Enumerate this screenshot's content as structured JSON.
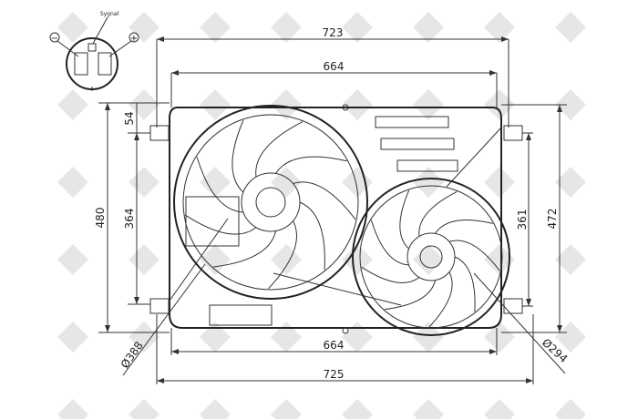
{
  "drawing": {
    "title": "Radiator fan assembly technical drawing",
    "connector": {
      "signal_label": "Sygnał",
      "minus_label": "−",
      "plus_label": "+"
    },
    "dimensions": {
      "top_overall": "723",
      "top_inner": "664",
      "left_offset": "54",
      "left_overall": "480",
      "left_inner": "364",
      "right_inner": "361",
      "right_overall": "472",
      "bottom_inner": "664",
      "bottom_overall": "725",
      "large_fan_diameter": "Ø388",
      "small_fan_diameter": "Ø294"
    },
    "colors": {
      "line": "#222222",
      "watermark": "#e6e6e6"
    }
  }
}
